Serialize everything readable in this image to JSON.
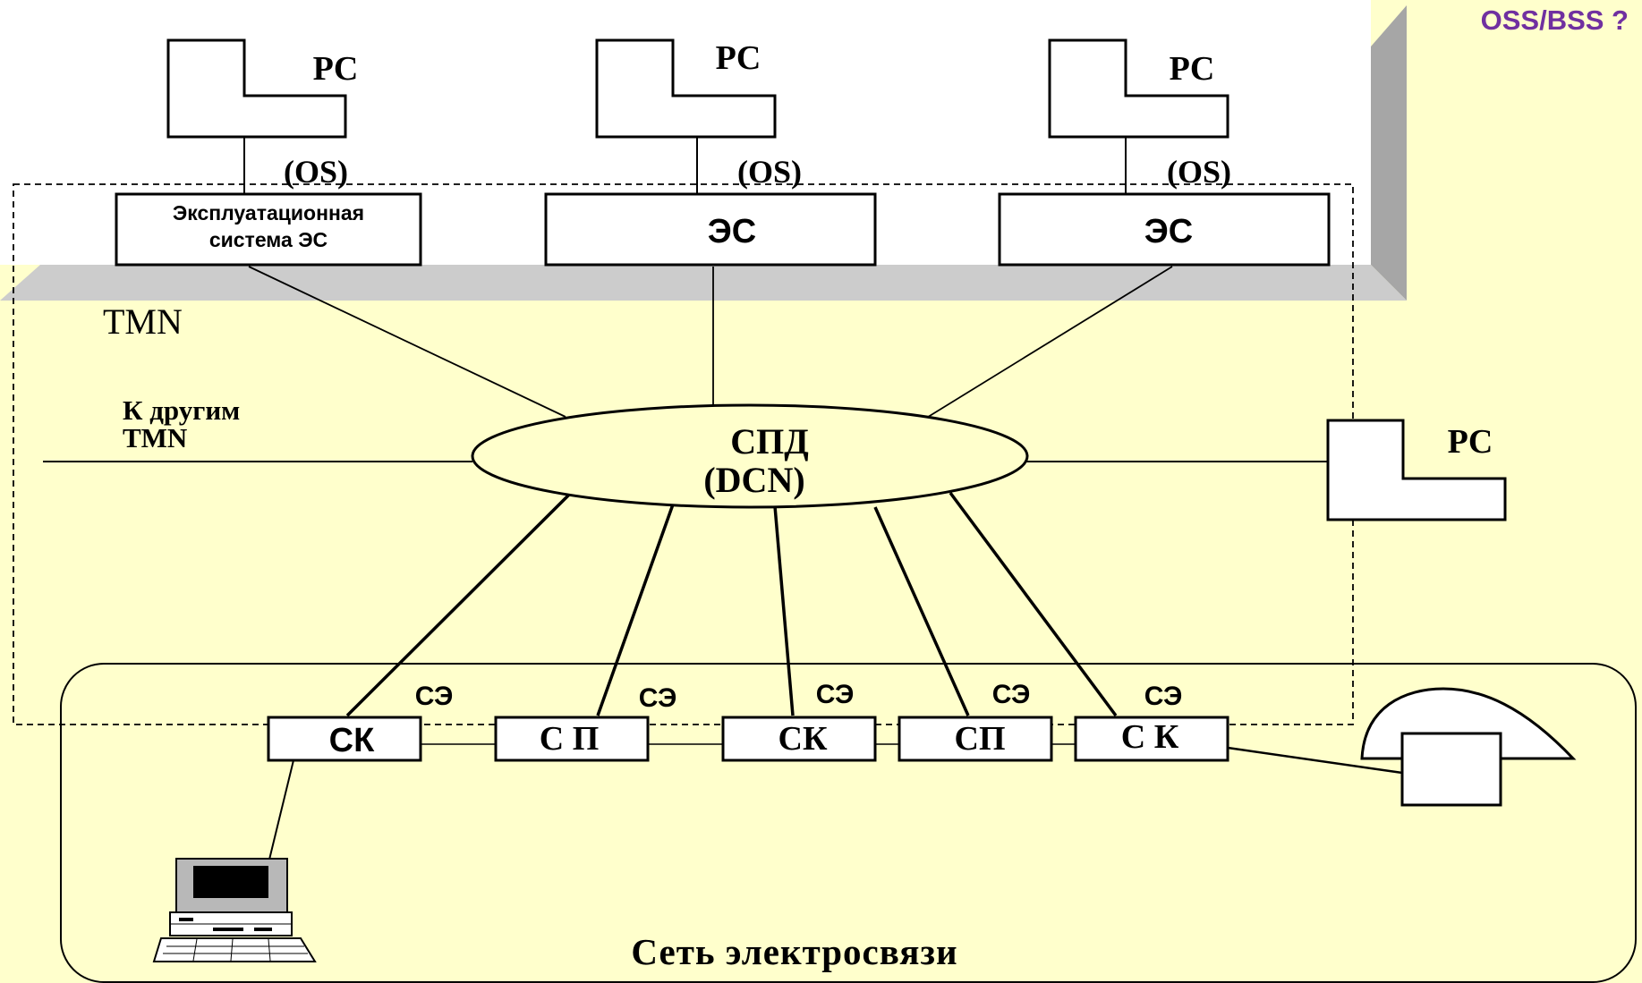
{
  "oss_label": "OSS/BSS ?",
  "rs_label": "PC",
  "os_label": "(OS)",
  "es_first_line1": "Эксплуатационная",
  "es_first_line2": "система ЭС",
  "es_label": "ЭС",
  "tmn_label": "TMN",
  "other_tmn_line1": "К другим",
  "other_tmn_line2": "TMN",
  "dcn_line1": "СПД",
  "dcn_line2": "(DCN)",
  "se_label": "СЭ",
  "nodes": [
    "СК",
    "С П",
    "СК",
    "СП",
    "С К"
  ],
  "network_label": "Сеть электросвязи",
  "colors": {
    "background": "#ffffcc",
    "oss_panel": "#ffffff",
    "panel_side": "#a6a6a6",
    "panel_floor": "#cccccc",
    "oss_text": "#7030a0"
  }
}
